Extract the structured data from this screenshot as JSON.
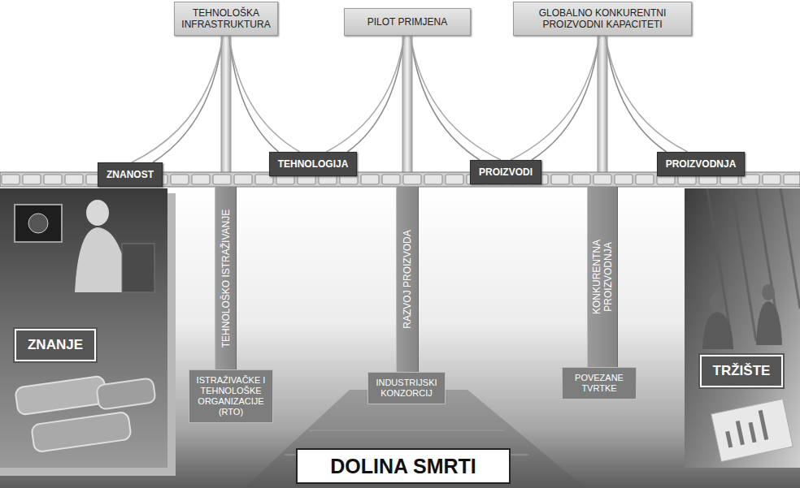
{
  "diagram": {
    "nodes": [
      {
        "text": [
          "TEHNOLOŠKA INFRASTRUKTURA"
        ]
      },
      {
        "text": [
          "PILOT PRIMJENA"
        ]
      },
      {
        "text": [
          "GLOBALNO KONKURENTNI PROIZVODNI KAPACITETI"
        ]
      },
      {
        "text": [
          "ZNANOST"
        ]
      },
      {
        "text": [
          "TEHNOLOGIJA"
        ]
      },
      {
        "text": [
          "PROIZVODI"
        ]
      },
      {
        "text": [
          "PROIZVODNJA"
        ]
      },
      {
        "text": [
          "ZNANJE"
        ]
      },
      {
        "text": [
          "TEHNOLOŠKO ISTRAŽIVANJE"
        ]
      },
      {
        "text": [
          "RAZVOJ PROIZVODA"
        ]
      },
      {
        "text": [
          "KONKURENTNA PROIZVODNJA"
        ]
      },
      {
        "text": [
          "ISTRAŽIVAČKE I TEHNOLOŠKE ORGANIZACIJE (RTO)"
        ]
      },
      {
        "text": [
          "INDUSTRIJSKI KONZORCIJ"
        ]
      },
      {
        "text": [
          "POVEZANE TVRTKE"
        ]
      },
      {
        "text": [
          "TRŽIŠTE"
        ]
      },
      {
        "text": [
          "DOLINA SMRTI"
        ]
      }
    ],
    "edges": [
      {
        "from": 0,
        "to": 3,
        "arrow": "none"
      },
      {
        "from": 0,
        "to": 4,
        "arrow": "none"
      },
      {
        "from": 1,
        "to": 4,
        "arrow": "none"
      },
      {
        "from": 1,
        "to": 5,
        "arrow": "none"
      },
      {
        "from": 2,
        "to": 5,
        "arrow": "none"
      },
      {
        "from": 2,
        "to": 6,
        "arrow": "none"
      }
    ]
  }
}
